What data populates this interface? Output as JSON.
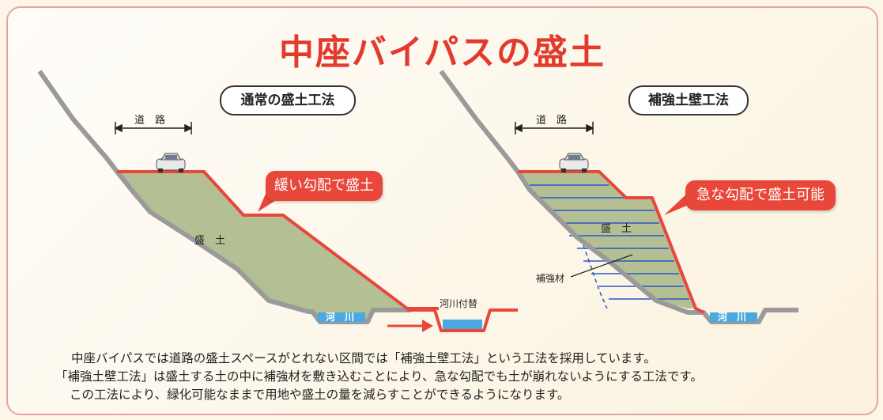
{
  "title": "中座バイパスの盛土",
  "left_panel": {
    "method_label": "通常の盛土工法",
    "road_label": "道　路",
    "fill_label": "盛　土",
    "callout": "緩い勾配で盛土",
    "river_label": "河　川",
    "relocated_river_label": "河川付替"
  },
  "right_panel": {
    "method_label": "補強土壁工法",
    "road_label": "道　路",
    "fill_label": "盛　土",
    "callout": "急な勾配で盛土可能",
    "reinforcement_label": "補強材",
    "river_label": "河　川"
  },
  "caption": {
    "line1": "中座バイパスでは道路の盛土スペースがとれない区間では「補強土壁工法」という工法を採用しています。",
    "line2": "「補強土壁工法」は盛土する土の中に補強材を敷き込むことにより、急な勾配でも土が崩れないようにする工法です。",
    "line3": "この工法により、緑化可能なままで用地や盛土の量を減らすことができるようになります。"
  },
  "colors": {
    "title": "#e23b2e",
    "fill_soil": "#b4bf93",
    "slope_outline": "#e8473a",
    "ground": "#9a9a9a",
    "water": "#4aa9e0",
    "reinforcement": "#2b57c9",
    "callout_bg": "#e8473a"
  },
  "icons": [
    "car-icon",
    "arrow-right-icon"
  ]
}
